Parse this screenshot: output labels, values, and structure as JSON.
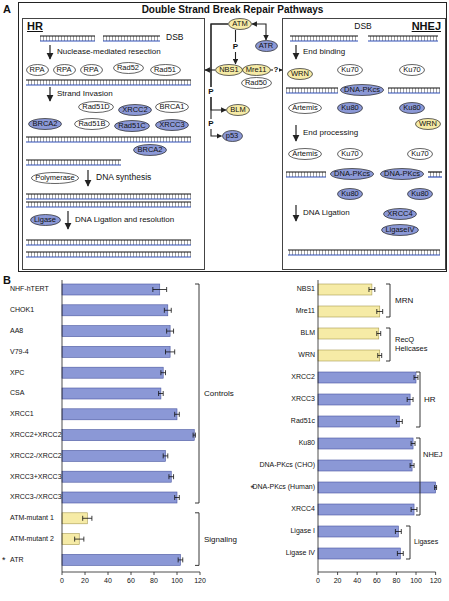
{
  "diagram": {
    "nodes": [
      {
        "text": [
          "Double Strand Break Repair Pathways"
        ]
      },
      {
        "text": [
          "HR"
        ],
        "in": 0
      },
      {
        "text": [
          "NHEJ"
        ],
        "in": 0
      },
      {
        "text": [
          "RPA"
        ],
        "in": 1
      },
      {
        "text": [
          "RPA"
        ],
        "in": 1
      },
      {
        "text": [
          "RPA"
        ],
        "in": 1
      },
      {
        "text": [
          "Rad52"
        ],
        "in": 1
      },
      {
        "text": [
          "Rad51"
        ],
        "in": 1
      },
      {
        "text": [
          "Rad51D"
        ],
        "in": 1
      },
      {
        "text": [
          "XRCC2"
        ],
        "in": 1
      },
      {
        "text": [
          "BRCA1"
        ],
        "in": 1
      },
      {
        "text": [
          "Rad51B"
        ],
        "in": 1
      },
      {
        "text": [
          "Rad51C"
        ],
        "in": 1
      },
      {
        "text": [
          "XRCC3"
        ],
        "in": 1
      },
      {
        "text": [
          "BRCA2"
        ],
        "in": 1
      },
      {
        "text": [
          "BRCA2"
        ],
        "in": 1
      },
      {
        "text": [
          "Polymerase"
        ],
        "in": 1
      },
      {
        "text": [
          "Ligase"
        ],
        "in": 1
      },
      {
        "text": [
          "ATM"
        ],
        "in": 0
      },
      {
        "text": [
          "ATR"
        ],
        "in": 0
      },
      {
        "text": [
          "NBS1"
        ],
        "in": 0
      },
      {
        "text": [
          "Mre11"
        ],
        "in": 0
      },
      {
        "text": [
          "Rad50"
        ],
        "in": 0
      },
      {
        "text": [
          "BLM"
        ],
        "in": 0
      },
      {
        "text": [
          "p53"
        ],
        "in": 0
      },
      {
        "text": [
          "WRN"
        ],
        "in": 2
      },
      {
        "text": [
          "Artemis"
        ],
        "in": 2
      },
      {
        "text": [
          "Ku70"
        ],
        "in": 2
      },
      {
        "text": [
          "DNA-PKcs"
        ],
        "in": 2
      },
      {
        "text": [
          "Ku80"
        ],
        "in": 2
      },
      {
        "text": [
          "Ku70"
        ],
        "in": 2
      },
      {
        "text": [
          "Ku80"
        ],
        "in": 2
      },
      {
        "text": [
          "WRN"
        ],
        "in": 2
      },
      {
        "text": [
          "Artemis"
        ],
        "in": 2
      },
      {
        "text": [
          "Ku70"
        ],
        "in": 2
      },
      {
        "text": [
          "Ku80"
        ],
        "in": 2
      },
      {
        "text": [
          "DNA-PKcs"
        ],
        "in": 2
      },
      {
        "text": [
          "DNA-PKcs"
        ],
        "in": 2
      },
      {
        "text": [
          "Ku80"
        ],
        "in": 2
      },
      {
        "text": [
          "Ku70"
        ],
        "in": 2
      },
      {
        "text": [
          "XRCC4"
        ],
        "in": 2
      },
      {
        "text": [
          "LigaseIV"
        ],
        "in": 2
      }
    ],
    "edges": [
      {
        "from": 18,
        "to": 19,
        "arrow": "both"
      },
      {
        "from": 18,
        "to": 20,
        "arrow": "to",
        "label": "P"
      },
      {
        "from": 18,
        "to": 23,
        "arrow": "to",
        "label": "P"
      },
      {
        "from": 18,
        "to": 24,
        "arrow": "to",
        "label": "P"
      },
      {
        "from": 20,
        "to": 1,
        "arrow": "to"
      },
      {
        "from": 21,
        "to": 2,
        "arrow": "to",
        "label": "?"
      }
    ],
    "labels": [
      "A",
      "DSB",
      "Nuclease-mediated resection",
      "Strand Invasion",
      "DNA synthesis",
      "DNA Ligation and resolution",
      "DSB",
      "End binding",
      "End processing",
      "DNA Ligation",
      "B",
      "NHF-hTERT",
      "CHOK1",
      "AA8",
      "V79-4",
      "XPC",
      "CSA",
      "XRCC1",
      "XRCC2+XRCC2",
      "XRCC2-/XRCC2",
      "XRCC3+XRCC3",
      "XRCC3-/XRCC3",
      "ATM-mutant 1",
      "ATM-mutant 2",
      "ATR",
      "NBS1",
      "Mre11",
      "BLM",
      "WRN",
      "XRCC2",
      "XRCC3",
      "Rad51c",
      "Ku80",
      "DNA-PKcs (CHO)",
      "DNA-PKcs (Human)",
      "XRCC4",
      "Ligase I",
      "Ligase IV",
      "*",
      "*",
      "0",
      "20",
      "40",
      "60",
      "80",
      "100",
      "120",
      "0",
      "20",
      "40",
      "60",
      "80",
      "100",
      "120",
      "Controls",
      "Signaling",
      "MRN",
      "RecQ Helicases",
      "HR",
      "NHEJ",
      "Ligases"
    ]
  }
}
